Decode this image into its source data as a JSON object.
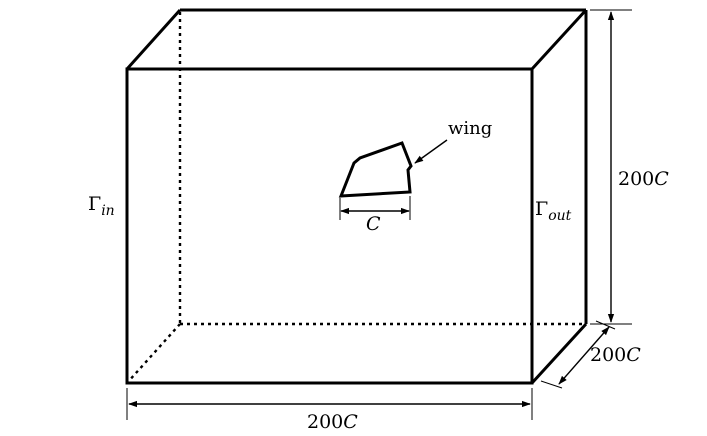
{
  "labels": {
    "gamma_in": {
      "symbol": "Γ",
      "subscript": "in"
    },
    "gamma_out": {
      "symbol": "Γ",
      "subscript": "out"
    },
    "height": {
      "number": "200",
      "unit": "C"
    },
    "depth": {
      "number": "200",
      "unit": "C"
    },
    "width": {
      "number": "200",
      "unit": "C"
    },
    "chord": "C",
    "wing": "wing"
  }
}
